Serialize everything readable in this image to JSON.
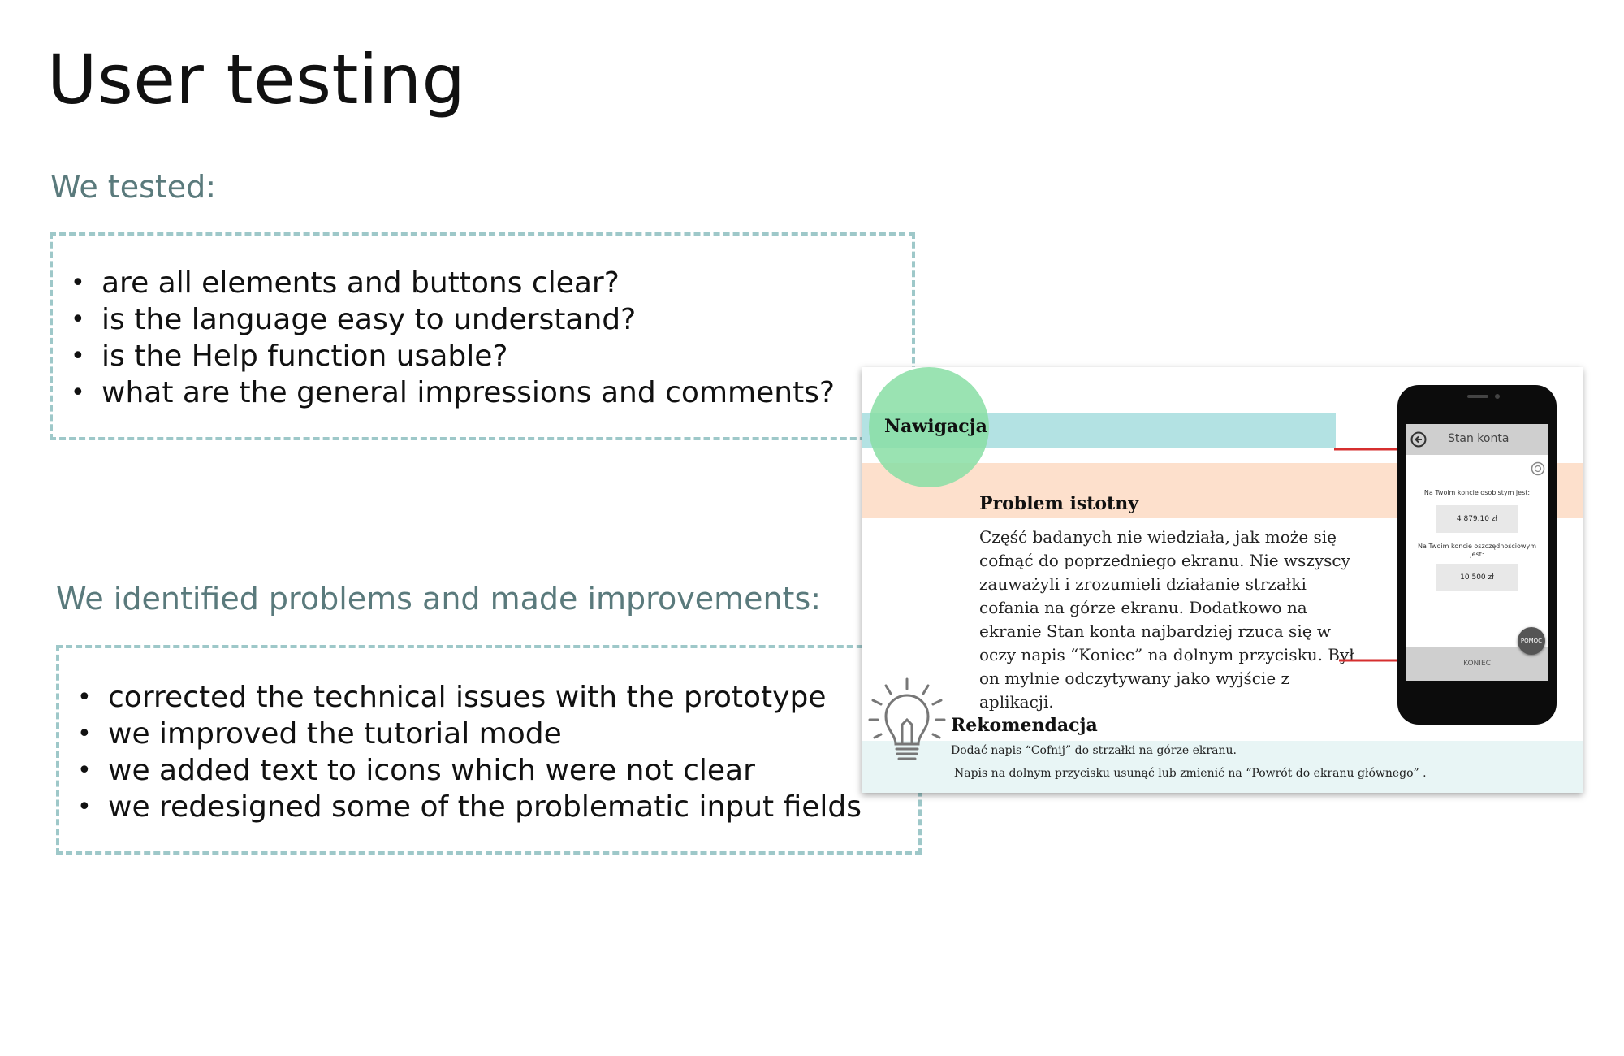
{
  "page": {
    "title": "User testing"
  },
  "tested": {
    "heading": "We tested:",
    "items": [
      "are all elements and buttons clear?",
      "is the language easy to understand?",
      "is the Help function usable?",
      "what are the general impressions and comments?"
    ]
  },
  "improvements": {
    "heading": "We identified problems and made improvements:",
    "items": [
      "corrected the technical issues with the prototype",
      "we improved the tutorial mode",
      "we added text to icons which were not clear",
      "we redesigned some of the problematic input fields"
    ]
  },
  "slide": {
    "nav_label": "Nawigacja",
    "problem_title": "Problem istotny",
    "problem_text": "Część badanych nie wiedziała, jak może się cofnąć do poprzedniego ekranu. Nie wszyscy zauważyli i zrozumieli działanie strzałki cofania na górze ekranu. Dodatkowo na ekranie Stan konta najbardziej rzuca się w oczy napis “Koniec” na dolnym przycisku. Był on mylnie odczytywany jako wyjście z aplikacji.",
    "rec_title": "Rekomendacja",
    "rec_1": "Dodać napis “Cofnij” do strzałki na górze ekranu.",
    "rec_2": "Napis na dolnym przycisku usunąć lub zmienić na “Powrót do ekranu głównego” .",
    "icons": {
      "bulb": "lightbulb-icon",
      "back": "back-arrow-icon",
      "help": "help-icon"
    },
    "colors": {
      "nav_bar": "#b3e2e3",
      "nav_circle": "#88dea4",
      "problem_band": "#fde0cc",
      "recommendation_band": "#e8f5f5",
      "arrow": "#d62f2f"
    },
    "phone": {
      "screen_title": "Stan konta",
      "label_1": "Na Twoim koncie osobistym jest:",
      "value_1": "4 879.10 zł",
      "label_2": "Na Twoim koncie oszczędnościowym jest:",
      "value_2": "10 500 zł",
      "help_label": "POMOC",
      "footer_label": "KONIEC"
    }
  }
}
